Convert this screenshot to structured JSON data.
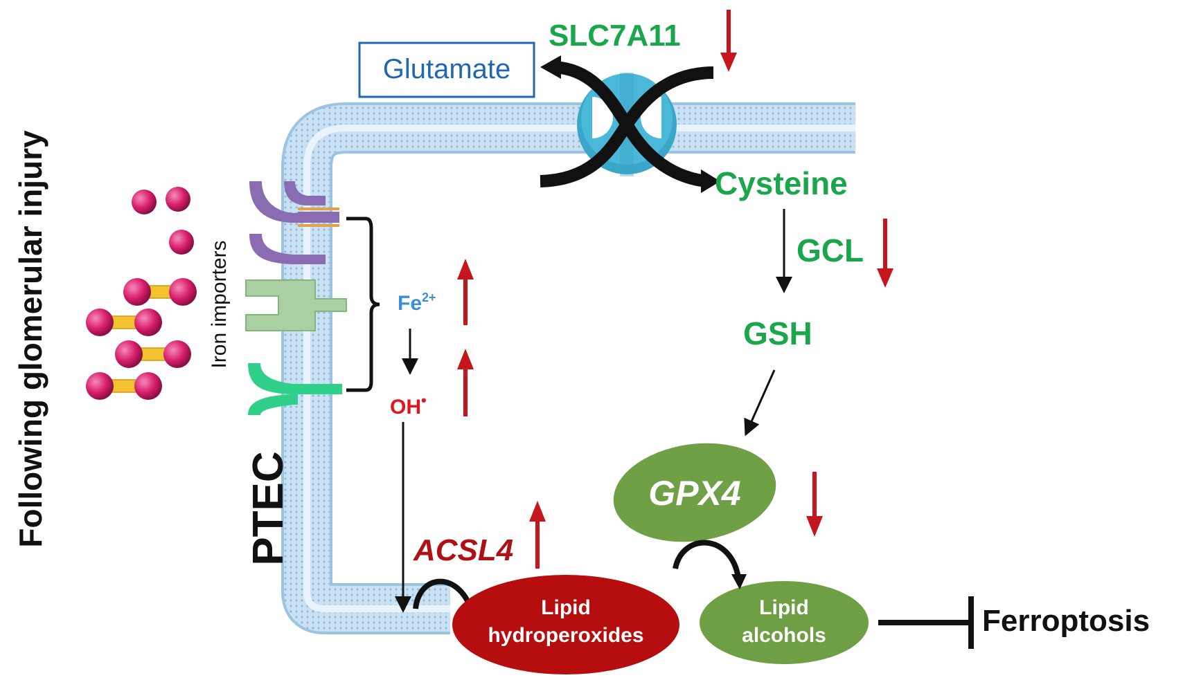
{
  "side_title": "Following glomerular injury",
  "cell_label": "PTEC",
  "importers_label": "Iron importers",
  "transporter": {
    "name": "SLC7A11",
    "trend": "down"
  },
  "glutamate": "Glutamate",
  "cysteine": "Cysteine",
  "gcl": {
    "name": "GCL",
    "trend": "down"
  },
  "gsh": "GSH",
  "gpx4": {
    "name": "GPX4",
    "trend": "down"
  },
  "iron": {
    "name": "Fe",
    "charge": "2+",
    "trend": "up"
  },
  "hydroxyl": {
    "name": "OH",
    "mark": "•",
    "trend": "up"
  },
  "acsl4": {
    "name": "ACSL4",
    "trend": "up"
  },
  "lipid_hydroperoxides": {
    "line1": "Lipid",
    "line2": "hydroperoxides"
  },
  "lipid_alcohols": {
    "line1": "Lipid",
    "line2": "alcohols"
  },
  "outcome": "Ferroptosis",
  "colors": {
    "green_text": "#1aa64a",
    "blue_text": "#1f66b3",
    "red_text": "#e3141b",
    "dark_red": "#b01116",
    "arrow_red": "#c4161c",
    "membrane": "#bcd8ee",
    "transporter": "#4ab8d8",
    "gpx4_fill": "#6fa046",
    "lipid_alcohol_fill": "#6f9f45",
    "lipid_hydroperoxide_fill": "#b60e0e",
    "iron_ball": "#d91f6c",
    "ferritin_bar": "#f2c230"
  }
}
